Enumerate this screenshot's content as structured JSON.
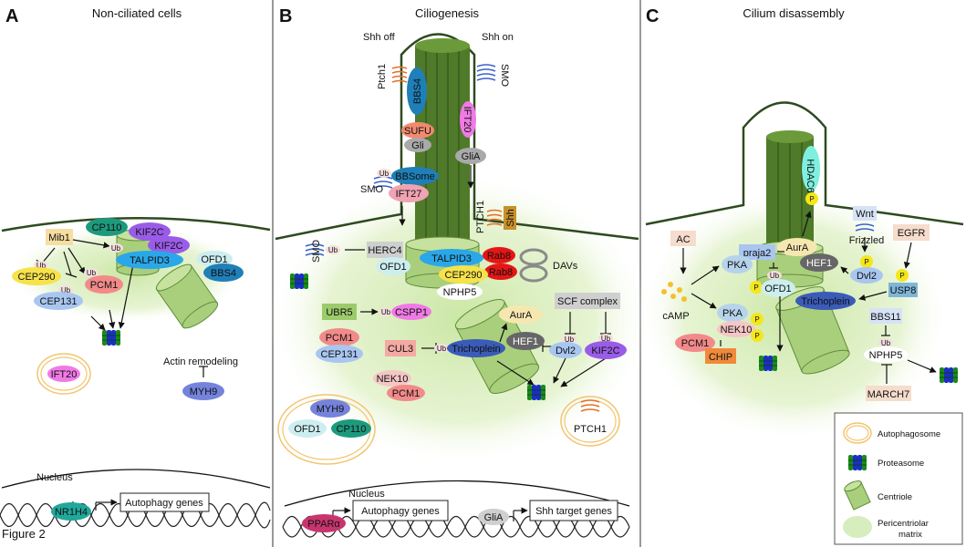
{
  "figure_label": "Figure 2",
  "panels": {
    "a": {
      "letter": "A",
      "title": "Non-ciliated cells"
    },
    "b": {
      "letter": "B",
      "title": "Ciliogenesis"
    },
    "c": {
      "letter": "C",
      "title": "Cilium disassembly"
    }
  },
  "a": {
    "CP110": "CP110",
    "KIF2C_1": "KIF2C",
    "KIF2C_2": "KIF2C",
    "Mib1": "Mib1",
    "TALPID3": "TALPID3",
    "OFD1": "OFD1",
    "BBS4": "BBS4",
    "CEP290": "CEP290",
    "PCM1": "PCM1",
    "CEP131": "CEP131",
    "IFT20": "IFT20",
    "actin": "Actin remodeling",
    "MYH9": "MYH9",
    "nucleus": "Nucleus",
    "NR1H4": "NR1H4",
    "autophagy": "Autophagy genes",
    "ub1": "Ub",
    "ub2": "Ub",
    "ub3": "Ub",
    "ub4": "Ub"
  },
  "b": {
    "shh_off": "Shh off",
    "shh_on": "Shh on",
    "Ptch1": "Ptch1",
    "SMO_top": "SMO",
    "BBS4": "BBS4",
    "IFT20": "IFT20",
    "SUFU": "SUFU",
    "Gli": "Gli",
    "GliA": "GliA",
    "SMO_mid": "SMO",
    "BBSome": "BBSome",
    "IFT27": "IFT27",
    "PTCH1_side": "PTCH1",
    "Shh": "Shh",
    "SMO_low": "SMO",
    "HERC4": "HERC4",
    "OFD1": "OFD1",
    "TALPID3": "TALPID3",
    "Rab8_1": "Rab8",
    "Rab8_2": "Rab8",
    "DAVs": "DAVs",
    "CEP290": "CEP290",
    "NPHP5": "NPHP5",
    "UBR5": "UBR5",
    "CSPP1": "CSPP1",
    "SCF": "SCF complex",
    "AurA": "AurA",
    "PCM1": "PCM1",
    "CEP131": "CEP131",
    "CUL3": "CUL3",
    "Trichoplein": "Trichoplein",
    "HEF1": "HEF1",
    "Dvl2": "Dvl2",
    "KIF2C": "KIF2C",
    "NEK10": "NEK10",
    "PCM1_b": "PCM1",
    "MYH9": "MYH9",
    "OFD1_b": "OFD1",
    "CP110": "CP110",
    "PTCH1_ap": "PTCH1",
    "nucleus": "Nucleus",
    "PPARa": "PPARα",
    "autophagy": "Autophagy genes",
    "GliA_n": "GliA",
    "shh_target": "Shh target genes",
    "ub1": "Ub",
    "ub2": "Ub",
    "ub3": "Ub",
    "ub4": "Ub",
    "ub5": "Ub",
    "ub6": "Ub"
  },
  "c": {
    "HDAC6": "HDAC6",
    "Wnt": "Wnt",
    "AC": "AC",
    "Frizzled": "Frizzled",
    "EGFR": "EGFR",
    "AurA": "AurA",
    "praja2": "praja2",
    "PKA": "PKA",
    "HEF1": "HEF1",
    "OFD1": "OFD1",
    "Dvl2": "Dvl2",
    "USP8": "USP8",
    "Trichoplein": "Trichoplein",
    "cAMP": "cAMP",
    "PKA2": "PKA",
    "NEK10": "NEK10",
    "PCM1": "PCM1",
    "CHIP": "CHIP",
    "BBS11": "BBS11",
    "NPHP5": "NPHP5",
    "MARCH7": "MARCH7",
    "ub1": "Ub",
    "ub2": "Ub",
    "p1": "P",
    "p2": "P",
    "p3": "P",
    "p4": "P",
    "p5": "P",
    "p6": "P"
  },
  "legend": {
    "autophagosome": "Autophagosome",
    "proteasome": "Proteasome",
    "centriole": "Centriole",
    "pcm1": "Pericentriolar",
    "pcm2": "matrix"
  }
}
